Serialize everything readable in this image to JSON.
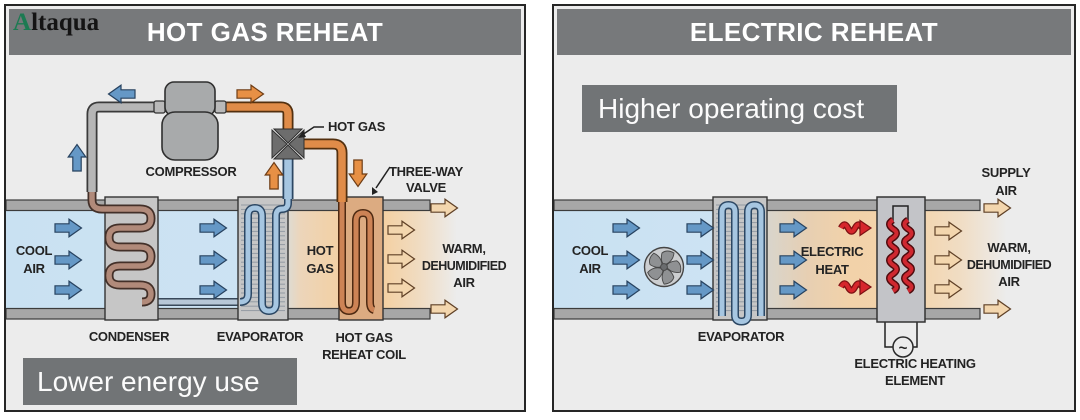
{
  "brand": {
    "logo_first_letter": "A",
    "logo_rest": "ltaqua"
  },
  "left_panel": {
    "title": "HOT GAS REHEAT",
    "note": "Lower energy use",
    "labels": {
      "compressor": "COMPRESSOR",
      "hot_gas_pointer": "HOT GAS",
      "three_way_valve_1": "THREE-WAY",
      "three_way_valve_2": "VALVE",
      "cool_1": "COOL",
      "cool_2": "AIR",
      "duct_hot_1": "HOT",
      "duct_hot_2": "GAS",
      "condenser": "CONDENSER",
      "evaporator": "EVAPORATOR",
      "reheat_1": "HOT GAS",
      "reheat_2": "REHEAT COIL",
      "warm_1": "WARM,",
      "warm_2": "DEHUMIDIFIED",
      "warm_3": "AIR"
    }
  },
  "right_panel": {
    "title": "ELECTRIC REHEAT",
    "note": "Higher operating cost",
    "labels": {
      "cool_1": "COOL",
      "cool_2": "AIR",
      "evaporator": "EVAPORATOR",
      "electric_heat_1": "ELECTRIC",
      "electric_heat_2": "HEAT",
      "supply_1": "SUPPLY",
      "supply_2": "AIR",
      "warm_1": "WARM,",
      "warm_2": "DEHUMIDIFIED",
      "warm_3": "AIR",
      "heating_element_1": "ELECTRIC HEATING",
      "heating_element_2": "ELEMENT",
      "ac_source_symbol": "~"
    }
  },
  "colors": {
    "header_bar": "#77797b",
    "note_box": "#717476",
    "panel_bg": "#ececec",
    "cool_air_zone": "#cde3f3",
    "warm_air_zone": "#f4d0a2",
    "blue_arrow": "#6598c6",
    "orange_arrow": "#e79045",
    "warm_outline_arrow": "#f3d6ae",
    "red_heat": "#d6262c",
    "condenser_coil": "#b18a7a",
    "evaporator_coil": "#a6c6e1",
    "reheat_coil": "#cd8355",
    "reheat_box": "#dcab81",
    "logo_accent": "#1c7a52"
  }
}
